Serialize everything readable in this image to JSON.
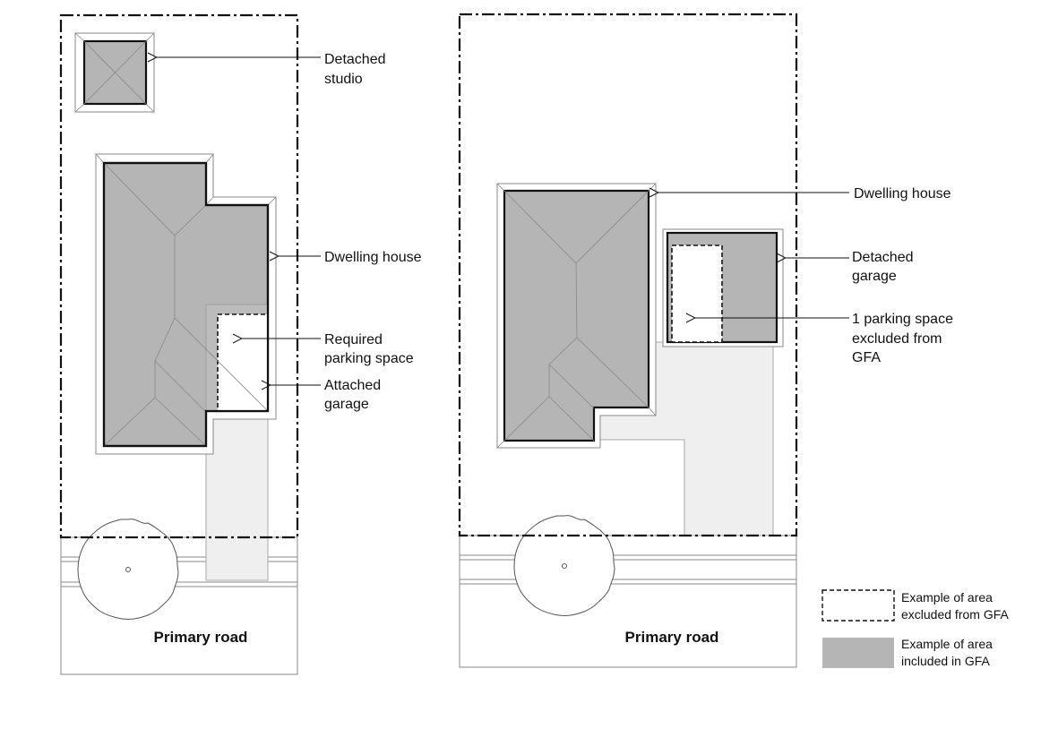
{
  "left_plan": {
    "labels": {
      "detached_studio": [
        "Detached",
        "studio"
      ],
      "dwelling_house": "Dwelling house",
      "required_parking": [
        "Required",
        "parking space"
      ],
      "attached_garage": [
        "Attached",
        "garage"
      ]
    },
    "road": "Primary road"
  },
  "right_plan": {
    "labels": {
      "dwelling_house": "Dwelling house",
      "detached_garage": [
        "Detached",
        "garage"
      ],
      "parking_excluded": [
        "1 parking space",
        "excluded from",
        "GFA"
      ]
    },
    "road": "Primary road"
  },
  "legend": {
    "excluded": [
      "Example of area",
      "excluded from GFA"
    ],
    "included": [
      "Example of area",
      "included in GFA"
    ]
  },
  "colors": {
    "included_gfa": "#b5b5b5",
    "driveway": "#efefef"
  }
}
